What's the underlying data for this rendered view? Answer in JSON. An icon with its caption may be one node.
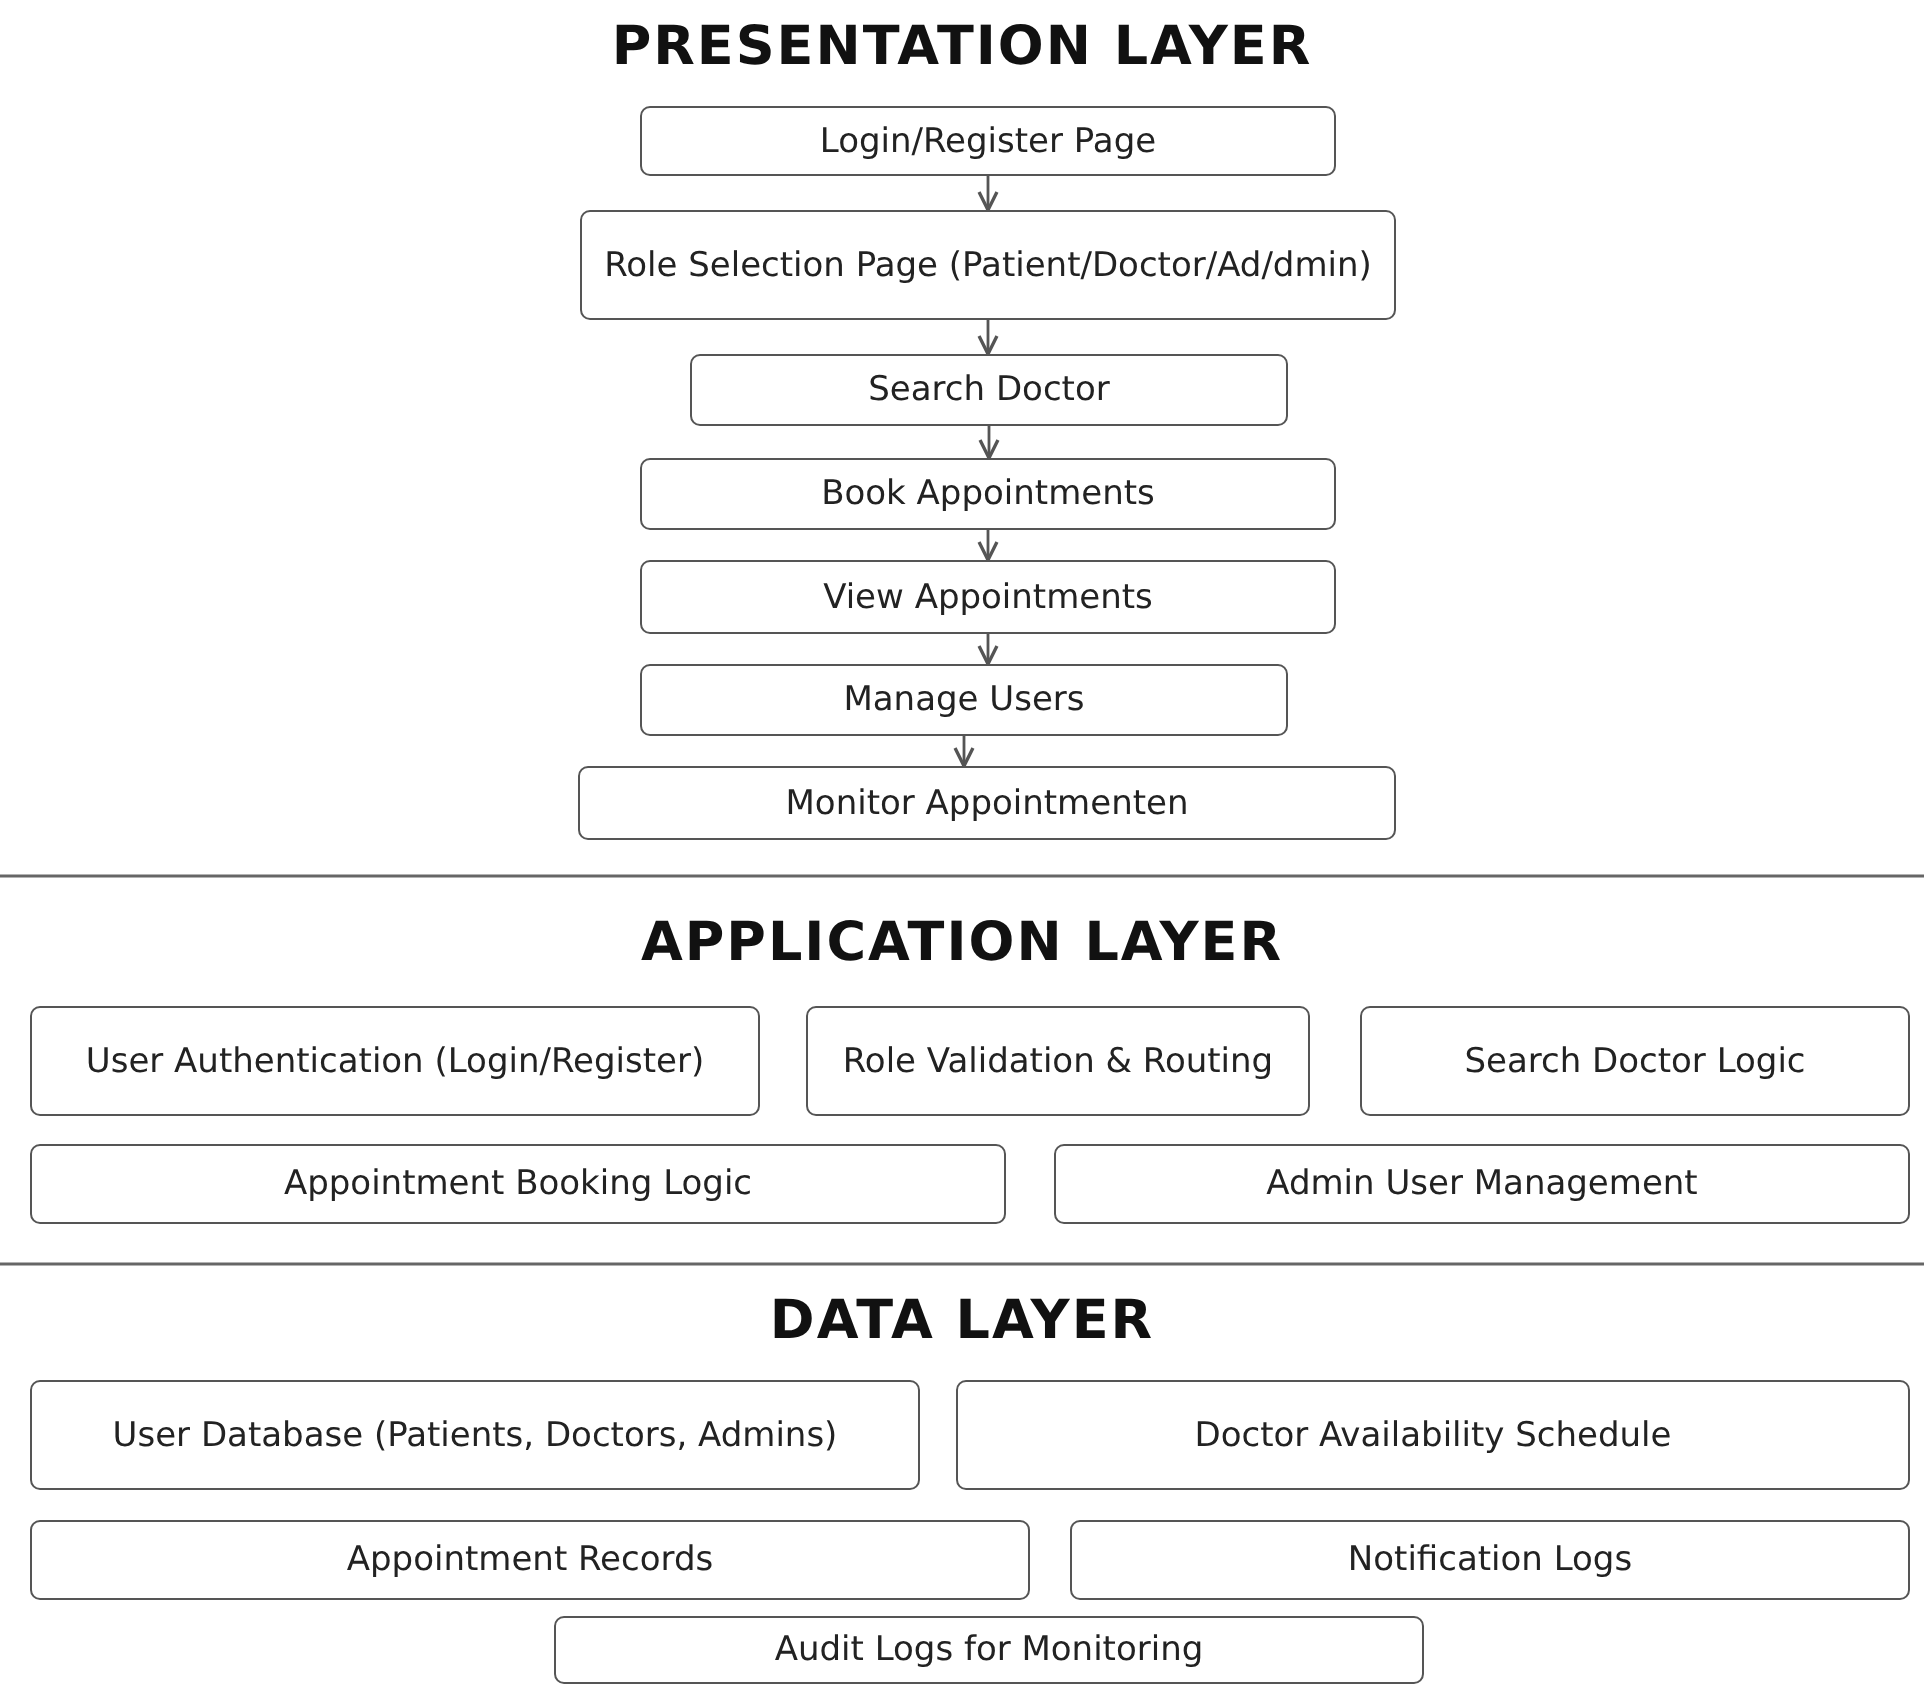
{
  "diagram": {
    "nodes": [
      {
        "text": [
          "Login/Register Page"
        ]
      },
      {
        "text": [
          "Role Selection Page (Patient/Doctor/Ad/dmin)"
        ]
      },
      {
        "text": [
          "Search Doctor"
        ]
      },
      {
        "text": [
          "Book Appointments"
        ]
      },
      {
        "text": [
          "View Appointments"
        ]
      },
      {
        "text": [
          "Manage Users"
        ]
      },
      {
        "text": [
          "Monitor Appointmenten"
        ]
      },
      {
        "text": [
          "User Authentication (Login/Register)"
        ]
      },
      {
        "text": [
          "Role Validation & Routing"
        ]
      },
      {
        "text": [
          "Search Doctor Logic"
        ]
      },
      {
        "text": [
          "Appointment Booking Logic"
        ]
      },
      {
        "text": [
          "Admin User Management"
        ]
      },
      {
        "text": [
          "User Database (Patients, Doctors, Admins)"
        ]
      },
      {
        "text": [
          "Doctor Availability Schedule"
        ]
      },
      {
        "text": [
          "Appointment Records"
        ]
      },
      {
        "text": [
          "Notification Logs"
        ]
      },
      {
        "text": [
          "Audit Logs for Monitoring"
        ]
      }
    ],
    "edges": [
      {
        "from": 0,
        "to": 1,
        "arrow": "to"
      },
      {
        "from": 1,
        "to": 2,
        "arrow": "to"
      },
      {
        "from": 2,
        "to": 3,
        "arrow": "to"
      },
      {
        "from": 3,
        "to": 4,
        "arrow": "to"
      },
      {
        "from": 4,
        "to": 5,
        "arrow": "to"
      },
      {
        "from": 5,
        "to": 6,
        "arrow": "to"
      }
    ],
    "labels": [
      "PRESENTATION LAYER",
      "APPLICATION LAYER",
      "DATA LAYER"
    ]
  }
}
